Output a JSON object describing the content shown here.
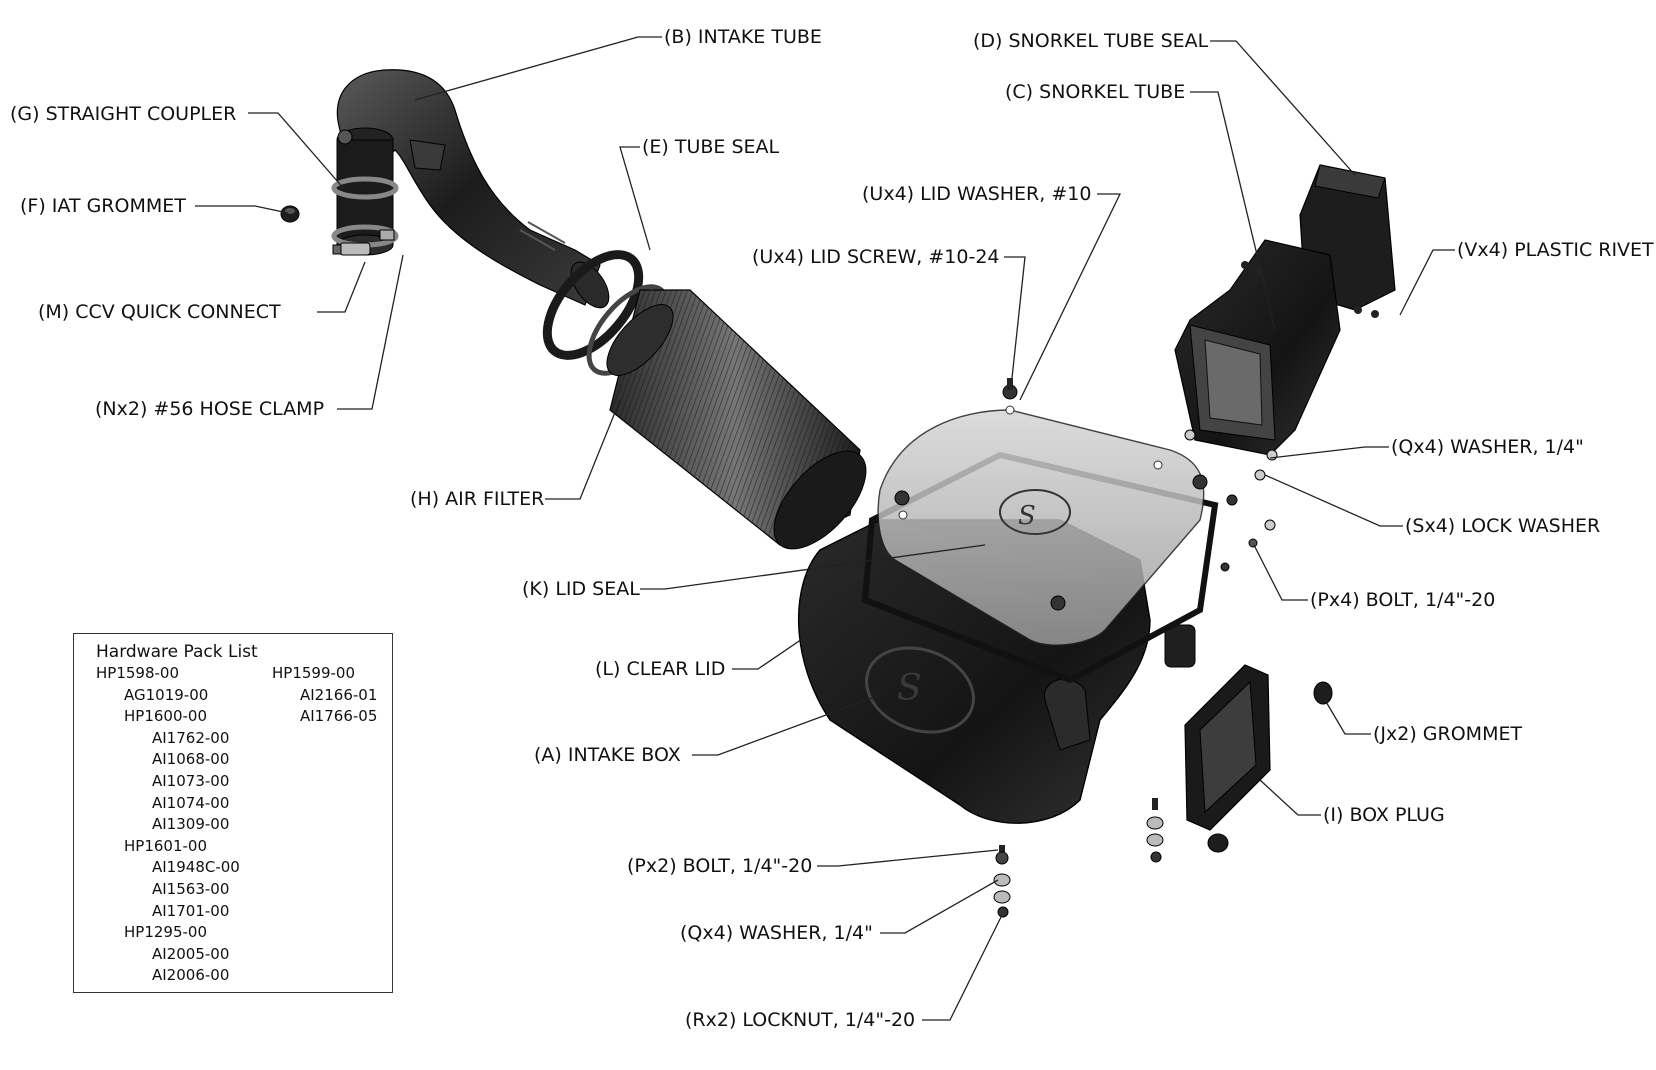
{
  "labels": {
    "B": "(B) INTAKE TUBE",
    "G": "(G) STRAIGHT COUPLER",
    "F": "(F) IAT GROMMET",
    "M": "(M) CCV QUICK CONNECT",
    "N": "(Nx2) #56 HOSE CLAMP",
    "E": "(E) TUBE SEAL",
    "H": "(H) AIR FILTER",
    "K": "(K) LID SEAL",
    "L": "(L) CLEAR LID",
    "A": "(A) INTAKE BOX",
    "D": "(D) SNORKEL TUBE SEAL",
    "C": "(C) SNORKEL TUBE",
    "U1": "(Ux4) LID WASHER, #10",
    "U2": "(Ux4) LID SCREW, #10-24",
    "V": "(Vx4) PLASTIC RIVET",
    "Q1": "(Qx4) WASHER, 1/4\"",
    "S": "(Sx4) LOCK WASHER",
    "P1": "(Px4) BOLT, 1/4\"-20",
    "J": "(Jx2) GROMMET",
    "I": "(I) BOX PLUG",
    "P2": "(Px2) BOLT, 1/4\"-20",
    "Q2": "(Qx4) WASHER, 1/4\"",
    "R": "(Rx2) LOCKNUT, 1/4\"-20"
  },
  "hardware": {
    "title": "Hardware Pack List",
    "col1": [
      {
        "text": "HP1598-00",
        "indent": 0
      },
      {
        "text": "AG1019-00",
        "indent": 1
      },
      {
        "text": "HP1600-00",
        "indent": 1
      },
      {
        "text": "AI1762-00",
        "indent": 2
      },
      {
        "text": "AI1068-00",
        "indent": 2
      },
      {
        "text": "AI1073-00",
        "indent": 2
      },
      {
        "text": "AI1074-00",
        "indent": 2
      },
      {
        "text": "AI1309-00",
        "indent": 2
      },
      {
        "text": "HP1601-00",
        "indent": 1
      },
      {
        "text": "AI1948C-00",
        "indent": 2
      },
      {
        "text": "AI1563-00",
        "indent": 2
      },
      {
        "text": "AI1701-00",
        "indent": 2
      },
      {
        "text": "HP1295-00",
        "indent": 1
      },
      {
        "text": "AI2005-00",
        "indent": 2
      },
      {
        "text": "AI2006-00",
        "indent": 2
      }
    ],
    "col2": [
      {
        "text": "HP1599-00",
        "indent": 0
      },
      {
        "text": "AI2166-01",
        "indent": 1
      },
      {
        "text": "AI1766-05",
        "indent": 1
      }
    ]
  }
}
